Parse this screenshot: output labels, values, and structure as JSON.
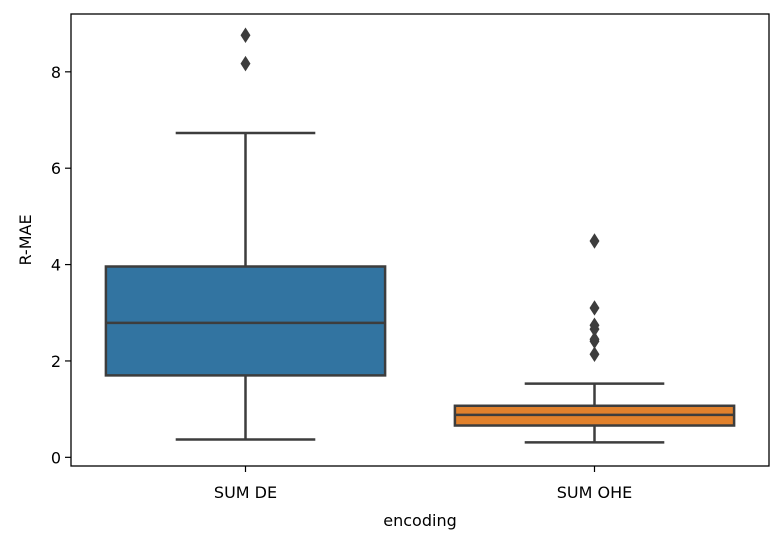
{
  "chart_data": {
    "type": "box",
    "xlabel": "encoding",
    "ylabel": "R-MAE",
    "ylim": [
      -0.18,
      9.2
    ],
    "yticks": [
      0,
      2,
      4,
      6,
      8
    ],
    "grid": false,
    "categories": [
      "SUM DE",
      "SUM OHE"
    ],
    "boxes": [
      {
        "category": "SUM DE",
        "whisker_low": 0.37,
        "q1": 1.7,
        "median": 2.79,
        "q3": 3.96,
        "whisker_high": 6.73,
        "outliers": [
          8.17,
          8.76
        ],
        "color": "#3274a1"
      },
      {
        "category": "SUM OHE",
        "whisker_low": 0.31,
        "q1": 0.66,
        "median": 0.88,
        "q3": 1.07,
        "whisker_high": 1.53,
        "outliers": [
          2.14,
          2.41,
          2.45,
          2.66,
          2.74,
          3.1,
          4.49
        ],
        "color": "#e1812c"
      }
    ],
    "line_color": "#3d3d3d"
  }
}
